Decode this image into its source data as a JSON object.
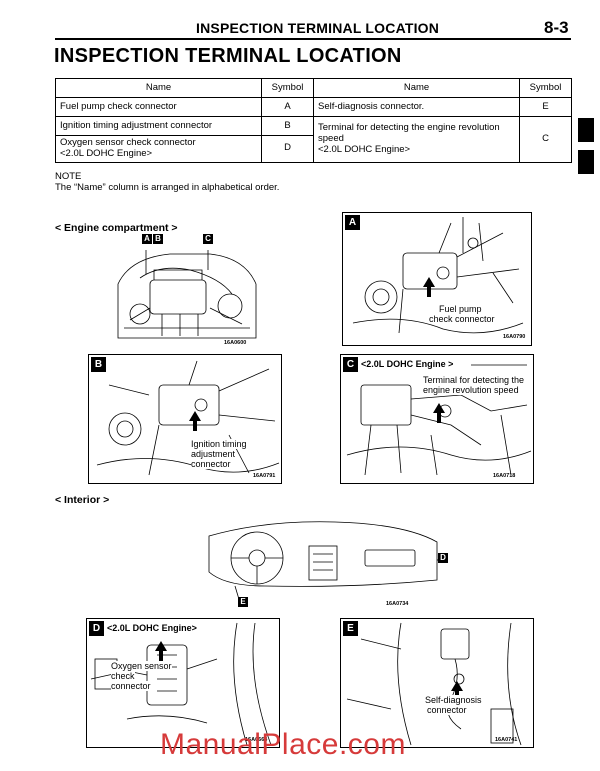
{
  "header": {
    "title": "INSPECTION TERMINAL LOCATION",
    "page_number": "8-3"
  },
  "main_title": "INSPECTION TERMINAL LOCATION",
  "table": {
    "headers": {
      "name": "Name",
      "symbol": "Symbol"
    },
    "left": [
      {
        "name": "Fuel pump check connector",
        "symbol": "A"
      },
      {
        "name": "Ignition timing adjustment connector",
        "symbol": "B"
      },
      {
        "name": "Oxygen sensor check connector",
        "name2": "<2.0L DOHC Engine>",
        "symbol": "D"
      }
    ],
    "right": [
      {
        "name": "Self-diagnosis connector.",
        "symbol": "E"
      },
      {
        "name": "Terminal for detecting the engine revolution speed",
        "name2": "<2.0L DOHC Engine>",
        "symbol": "C"
      }
    ]
  },
  "note": {
    "label": "NOTE",
    "text": "The “Name” column is arranged in alphabetical order."
  },
  "sections": {
    "engine": "< Engine compartment >",
    "interior": "< Interior >"
  },
  "tags": {
    "a": "A",
    "b": "B",
    "c": "C",
    "d": "D",
    "e": "E"
  },
  "panels": {
    "a_label_1": "Fuel pump",
    "a_label_2": "check connector",
    "a_code": "16A0790",
    "b_label_1": "Ignition timing",
    "b_label_2": "adjustment",
    "b_label_3": "connector",
    "b_code": "16A0791",
    "c_header": "<2.0L DOHC Engine >",
    "c_label_1": "Terminal for detecting the",
    "c_label_2": "engine revolution speed",
    "c_code": "16A0718",
    "d_header": "<2.0L DOHC Engine>",
    "d_label_1": "Oxygen sensor",
    "d_label_2": "check",
    "d_label_3": "connector",
    "d_code": "16A0664",
    "e_label_1": "Self-diagnosis",
    "e_label_2": "connector",
    "e_code": "16A0741",
    "engine_code": "16A0600",
    "dash_code": "16A0734"
  },
  "watermark": "ManualPlace.com"
}
